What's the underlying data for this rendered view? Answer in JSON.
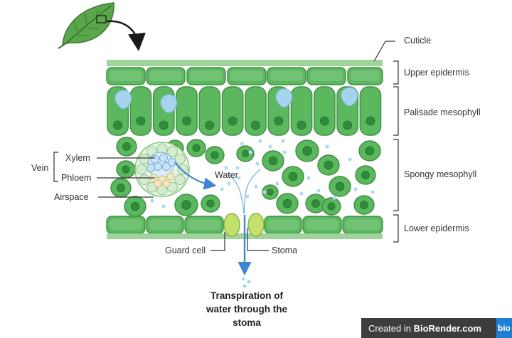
{
  "labels": {
    "cuticle": "Cuticle",
    "upper_epidermis": "Upper epidermis",
    "palisade_mesophyll": "Palisade mesophyll",
    "spongy_mesophyll": "Spongy mesophyll",
    "lower_epidermis": "Lower epidermis",
    "vein": "Vein",
    "xylem": "Xylem",
    "phloem": "Phloem",
    "airspace": "Airspace",
    "water": "Water",
    "guard_cell": "Guard cell",
    "stoma": "Stoma"
  },
  "caption": {
    "line1": "Transpiration of",
    "line2": "water through the",
    "line3": "stoma"
  },
  "watermark": {
    "prefix": "Created in ",
    "brand": "BioRender.com",
    "logo": "bio"
  },
  "colors": {
    "cell_green": "#5cb85f",
    "nucleus_green": "#2f8c3a",
    "vacuole_blue": "#a6d3ee",
    "water_arrow_blue": "#3d86d6",
    "cuticle_green": "#9ed39a"
  },
  "icons": [
    "leaf-icon",
    "curved-arrow-icon",
    "water-arrow-icon"
  ]
}
